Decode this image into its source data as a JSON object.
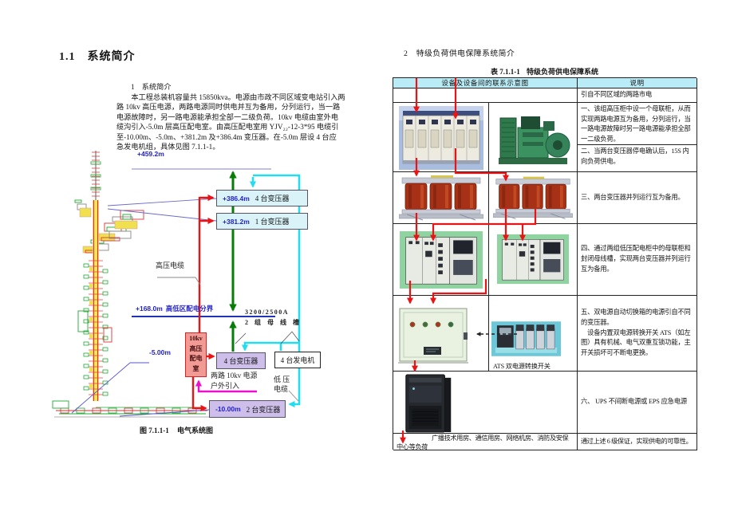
{
  "left": {
    "title": "1.1　系统简介",
    "para": {
      "heading": "1　系统简介",
      "lines": [
        "　　本工程总装机容量共 15850kva。电源由市政不同区域变电站引入两",
        "路 10kv 高压电源，两路电源同时供电并互为备用，分列运行，当一路",
        "电源故障时，另一路电源能承担全部一二级负荷。10kv 电缆由室外电",
        "缆沟引入-5.0m 层高压配电室。由高压配电室用 YJV₂₂-12-3*95 电缆引",
        "至-10.00m、-5.0m、+381.2m 及+386.4m 变压器。在-5.0m 层设 4 台应",
        "急发电机组，具体见图 7.1.1-1。"
      ]
    },
    "diagram": {
      "labels": {
        "elev_459": "+459.2m",
        "elev_168": "+168.0m",
        "elev_168_text": "高低区配电分界",
        "busbar_line1": "3200/2500A",
        "busbar_line2": "2 组 母 线 槽",
        "hv_cable": "高压电缆",
        "lv_line1": "低 压",
        "lv_line2": "电缆",
        "elev_minus5": "-5.00m",
        "routes_line1": "两路 10kv 电源",
        "routes_line2": "户外引入",
        "hv_room_lines": [
          "10kv",
          "高压",
          "配电",
          "室"
        ]
      },
      "boxes": {
        "t386": {
          "elev": "+386.4m",
          "label": "4 台变压器"
        },
        "t381": {
          "elev": "+381.2m",
          "label": "1 台变压器"
        },
        "t4": "4 台变压器",
        "g4": "4 台发电机",
        "tm10": {
          "elev": "-10.00m",
          "label": "2 台变压器"
        }
      },
      "caption": {
        "fig": "图 7.1.1-1",
        "title": "电气系统图"
      }
    }
  },
  "right": {
    "title": "2　特级负荷供电保障系统简介",
    "table_caption": {
      "label": "表 7.1.1-1",
      "title": "特级负荷供电保障系统"
    },
    "table": {
      "header_left": "设备及设备间的联系示意图",
      "header_right": "说明",
      "rows": {
        "r1": "引自不同区域的两路市电",
        "r2a": "一、该组高压柜中设一个母联柜，从而实现两路电源互为备用，分列运行，当一路电源故障时另一路电源能承担全部一二级负荷。",
        "r2b": "二、当两台变压器停电确认后，15S 内向负荷供电。",
        "r3": "三、两台变压器并列运行互为备用。",
        "r4": "四、通过两组低压配电柜中的母联柜和封闭母线槽，实现两台变压器并列运行互为备用。",
        "r5p1": "五、双电源自动切换箱的电源引自不同的变压器。",
        "r5p2": "　设备内置双电源转换开关 ATS（如左图）具有机械、电气双重互锁功能，主开关损坏可不断电更换。",
        "r6": "六、 UPS 不间断电源或 EPS 应急电源",
        "r7_left": "广播技术用房、通信用房、网络机房、消防及安保中心等负荷",
        "r7_right": "通过上述 6 级保证，实现供电的可靠性。"
      },
      "ats_caption": "ATS 双电源转换开关"
    }
  },
  "colors": {
    "table_header_fill": "#b9ecf6",
    "diagram_box_fill": "#d9f3f8",
    "transformer_box_fill": "#cdbfe9",
    "hv_room_fill": "#f29a94",
    "red_line": "#e81416",
    "green_line": "#067d06",
    "cyan_line": "#22dcf0",
    "magenta_line": "#ee10c8",
    "blue_label": "#2222c8"
  }
}
